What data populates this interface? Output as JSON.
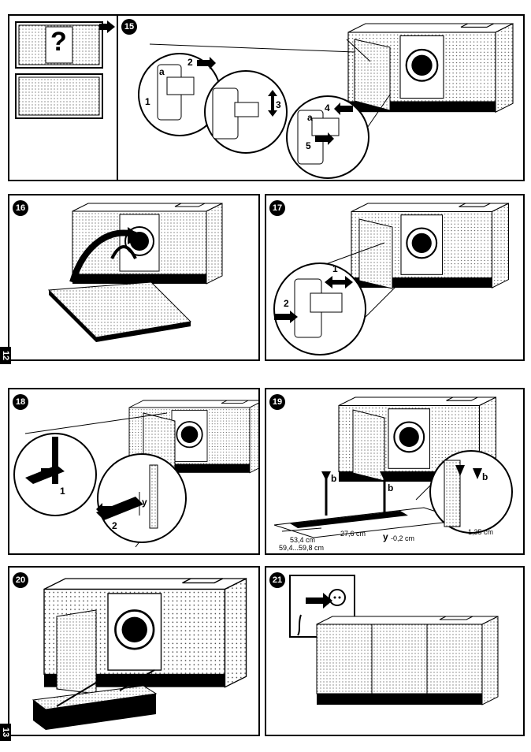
{
  "steps": {
    "s15": "15",
    "s16": "16",
    "s17": "17",
    "s18": "18",
    "s19": "19",
    "s20": "20",
    "s21": "21"
  },
  "intro": {
    "question": "?"
  },
  "step15": {
    "a1": "a",
    "a2": "a",
    "n1": "1",
    "n2": "2",
    "n3": "3",
    "n4": "4",
    "n5": "5"
  },
  "step17": {
    "n1": "1",
    "n2": "2"
  },
  "step18": {
    "n1": "1",
    "n2": "2",
    "y": "y"
  },
  "step19": {
    "b1": "b",
    "b2": "b",
    "b3": "b",
    "d1": "27,6 cm",
    "d2": "53,4 cm",
    "d3": "59,4...59,8 cm",
    "y": "y",
    "ytol": "-0,2 cm",
    "d4": "1,35 cm"
  },
  "pages": {
    "p12": "12",
    "p13": "13"
  }
}
